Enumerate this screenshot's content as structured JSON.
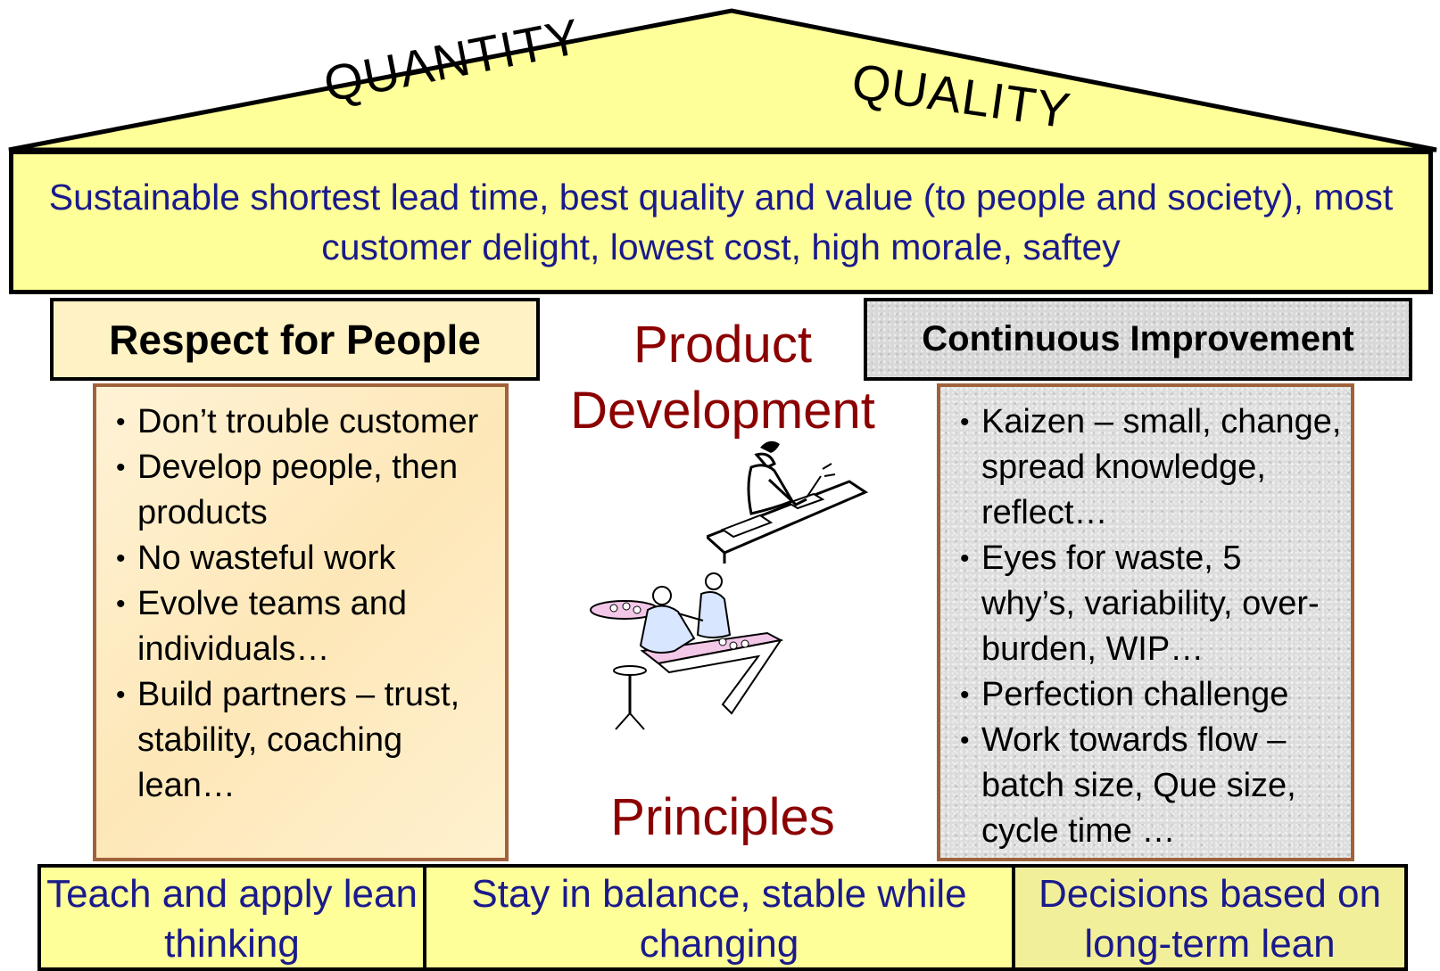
{
  "roof": {
    "left_word": "QUANTITY",
    "right_word": "QUALITY"
  },
  "goal": {
    "text": "Sustainable shortest lead time, best quality and value (to people and society), most customer delight, lowest cost, high morale, saftey"
  },
  "pillars": {
    "respect": {
      "title": "Respect for People",
      "bullets": [
        "Don’t trouble customer",
        "Develop people, then products",
        "No wasteful work",
        "Evolve teams and individuals…",
        "Build partners – trust, stability, coaching lean…"
      ]
    },
    "improvement": {
      "title": "Continuous Improvement",
      "bullets": [
        "Kaizen – small, change, spread knowledge, reflect…",
        "Eyes for waste, 5 why’s, variability, over-burden, WIP…",
        "Perfection challenge",
        "Work towards flow – batch size, Que size, cycle time …"
      ]
    }
  },
  "center": {
    "title_line1": "Product",
    "title_line2": "Development",
    "bottom": "Principles"
  },
  "foundation": {
    "cells": [
      "Teach and apply lean thinking",
      "Stay in balance, stable while changing",
      "Decisions based on long-term lean"
    ]
  },
  "colors": {
    "roof_fill": "#ffff99",
    "goal_text": "#1a1a8c",
    "center_title": "#8b0000",
    "respect_border": "#a0623a"
  },
  "icons": [
    "person-at-desk-clipart",
    "lab-workers-clipart"
  ]
}
